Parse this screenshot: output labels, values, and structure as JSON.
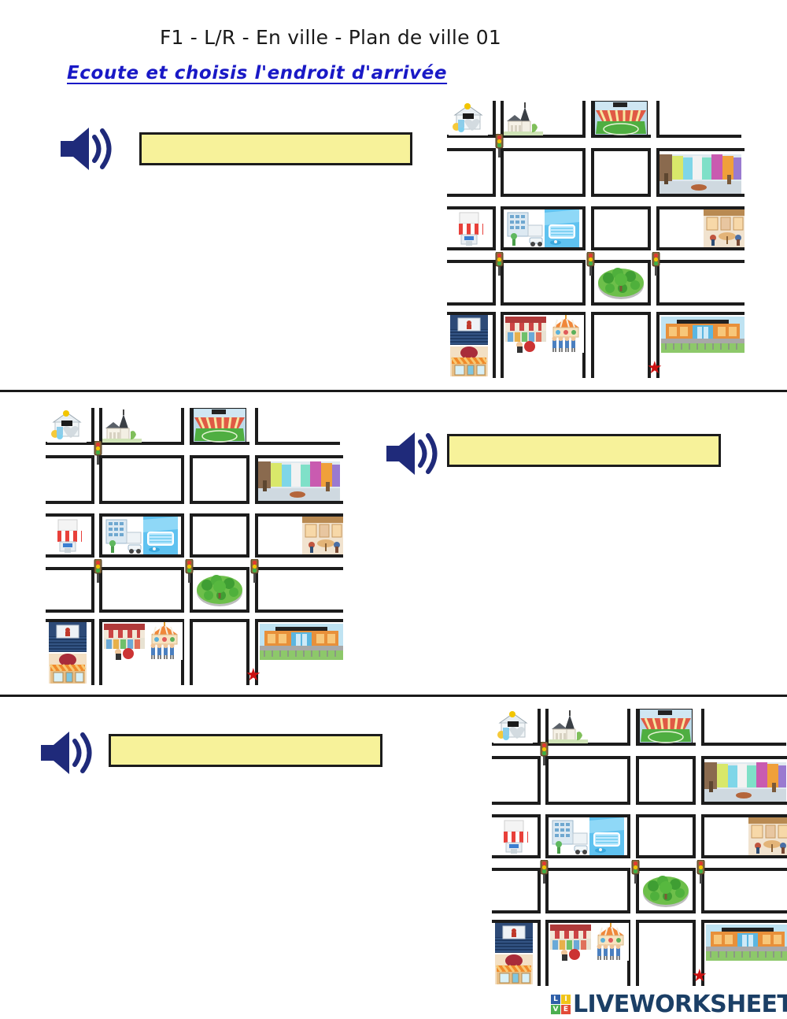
{
  "page": {
    "title": "F1 - L/R - En ville - Plan de ville 01",
    "instruction": "Ecoute et choisis l'endroit d'arrivée",
    "title_color": "#1a1a1a",
    "instruction_color": "#1919c6",
    "background": "#ffffff"
  },
  "exercises": [
    {
      "id": 1,
      "speaker_icon": "speaker-audio-icon",
      "answer_value": "",
      "answer_placeholder": "",
      "answer_fill": "#f7f29a",
      "map_side": "right"
    },
    {
      "id": 2,
      "speaker_icon": "speaker-audio-icon",
      "answer_value": "",
      "answer_placeholder": "",
      "answer_fill": "#f7f29a",
      "map_side": "left"
    },
    {
      "id": 3,
      "speaker_icon": "speaker-audio-icon",
      "answer_value": "",
      "answer_placeholder": "",
      "answer_fill": "#f7f29a",
      "map_side": "right"
    }
  ],
  "map": {
    "name": "plan-de-ville",
    "landmarks": [
      {
        "key": "bank",
        "label": "banque",
        "row": 1,
        "col": 1
      },
      {
        "key": "church",
        "label": "église",
        "row": 1,
        "col": 2
      },
      {
        "key": "stadium",
        "label": "stade",
        "row": 1,
        "col": 3
      },
      {
        "key": "shopping-street",
        "label": "rue commerçante",
        "row": 2,
        "col": 4
      },
      {
        "key": "shop",
        "label": "magasin",
        "row": 3,
        "col": 1
      },
      {
        "key": "hospital",
        "label": "hôpital",
        "row": 3,
        "col": 2
      },
      {
        "key": "swimming-pool",
        "label": "piscine",
        "row": 3,
        "col": 2
      },
      {
        "key": "cafe",
        "label": "café",
        "row": 3,
        "col": 4
      },
      {
        "key": "park",
        "label": "parc",
        "row": 4,
        "col": 3
      },
      {
        "key": "cinema",
        "label": "cinéma",
        "row": 5,
        "col": 1
      },
      {
        "key": "restaurant",
        "label": "restaurant",
        "row": 5,
        "col": 1
      },
      {
        "key": "market",
        "label": "marché",
        "row": 5,
        "col": 2
      },
      {
        "key": "carousel",
        "label": "manège",
        "row": 5,
        "col": 2
      },
      {
        "key": "school",
        "label": "école",
        "row": 5,
        "col": 4
      }
    ],
    "traffic_lights": 4,
    "start_marker": {
      "icon": "red-star-icon",
      "color": "#cc1111",
      "label": "départ"
    }
  },
  "footer": {
    "logo_text": "LIVEWORKSHEETS",
    "logo_letters": [
      "L",
      "I",
      "V",
      "E"
    ],
    "logo_colors": [
      "#2f5fa8",
      "#f0c419",
      "#4caf50",
      "#e24b37"
    ],
    "text_color": "#1b3f66"
  }
}
